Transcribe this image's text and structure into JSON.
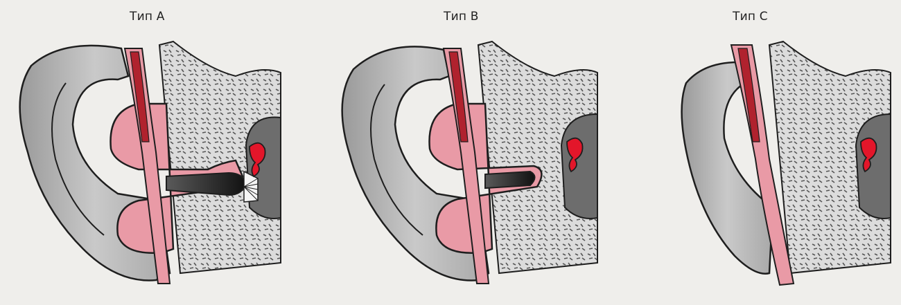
{
  "panels": [
    {
      "label": "Тип А"
    },
    {
      "label": "Тип В"
    },
    {
      "label": "Тип С"
    }
  ],
  "colors": {
    "background": "#efeeeb",
    "skin_outline": "#1e1e1e",
    "ear_gray": "#bdbdbd",
    "ear_dark": "#8a8a8a",
    "bone": "#d9d9d9",
    "tissue_pink": "#e99aa6",
    "canal_dark": "#2b1a1c",
    "vessel_red": "#b0222e",
    "cochlea_red": "#e3162a"
  }
}
